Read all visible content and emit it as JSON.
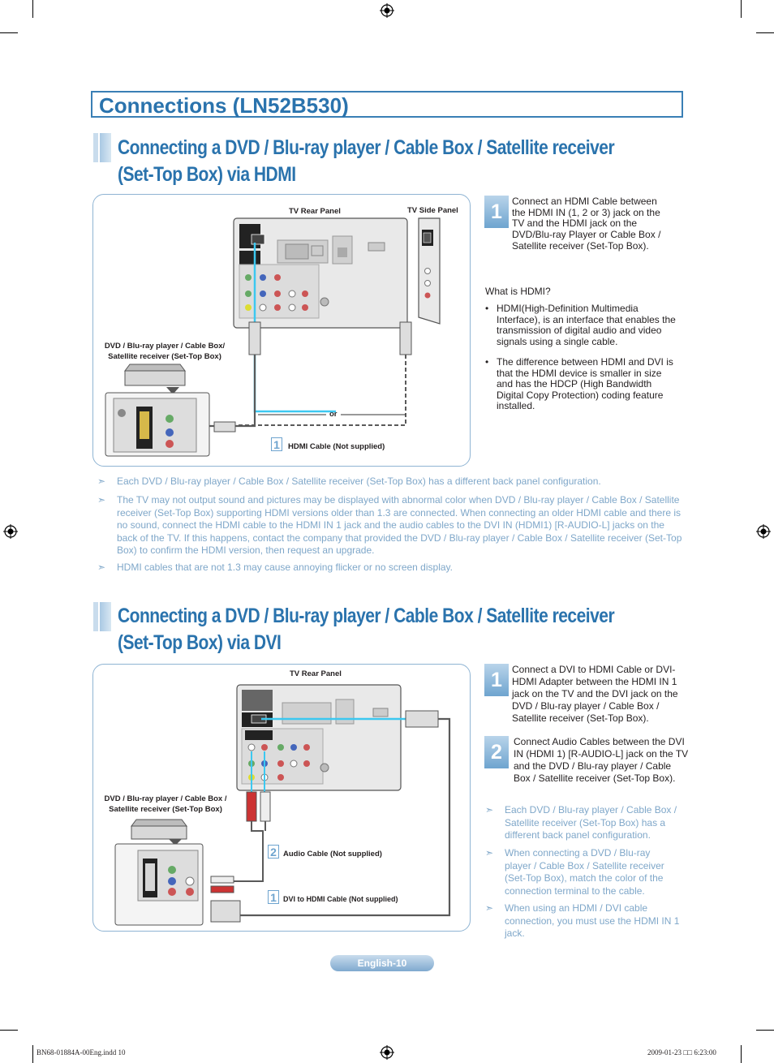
{
  "page_title": "Connections (LN52B530)",
  "section1": {
    "title_line1": "Connecting a DVD / Blu-ray player / Cable Box / Satellite receiver",
    "title_line2": "(Set-Top Box) via HDMI",
    "diagram": {
      "tv_rear_panel_label": "TV Rear Panel",
      "tv_side_panel_label": "TV Side Panel",
      "device_label": "DVD / Blu-ray player / Cable Box/ Satellite receiver (Set-Top Box)",
      "or_label": "or",
      "cable_number": "1",
      "cable_label": "HDMI Cable (Not supplied)"
    },
    "step1": {
      "number": "1",
      "text": "Connect an HDMI Cable between the HDMI IN (1, 2 or 3) jack on the TV and the HDMI jack on the DVD/Blu-ray Player or Cable Box / Satellite receiver (Set-Top Box)."
    },
    "what_is_hdmi": "What is HDMI?",
    "bullets": [
      "HDMI(High-Definition Multimedia Interface), is an interface that enables the transmission of digital audio and video signals using a single cable.",
      "The difference between HDMI and DVI is that the HDMI device is smaller in size and has the HDCP (High Bandwidth Digital Copy Protection) coding feature installed."
    ],
    "bullet_mark": "•",
    "notes": [
      "Each DVD / Blu-ray player / Cable Box / Satellite receiver (Set-Top Box) has a different back panel configuration.",
      "The TV may not output sound and pictures may be displayed with abnormal color when DVD / Blu-ray player / Cable Box / Satellite receiver (Set-Top Box) supporting HDMI versions older than 1.3 are connected. When connecting an older HDMI cable and there is no sound, connect the HDMI cable to the HDMI IN 1 jack and the audio cables to the DVI IN (HDMI1) [R-AUDIO-L] jacks on the back of the TV. If this happens, contact the company that provided the DVD / Blu-ray player / Cable Box / Satellite receiver (Set-Top Box) to confirm the HDMI version, then request an upgrade.",
      "HDMI cables that are not 1.3 may cause annoying flicker or no screen display."
    ]
  },
  "section2": {
    "title_line1": "Connecting a DVD / Blu-ray player / Cable Box / Satellite receiver",
    "title_line2": "(Set-Top Box) via DVI",
    "diagram": {
      "tv_rear_panel_label": "TV Rear Panel",
      "device_label": "DVD / Blu-ray player / Cable Box / Satellite receiver (Set-Top Box)",
      "audio_cable_number": "2",
      "audio_cable_label": "Audio Cable (Not supplied)",
      "dvi_cable_number": "1",
      "dvi_cable_label": "DVI to HDMI Cable (Not supplied)"
    },
    "step1": {
      "number": "1",
      "text": "Connect a DVI to HDMI Cable or DVI-HDMI Adapter between the HDMI IN 1 jack on the TV and the DVI jack on the DVD / Blu-ray player / Cable Box / Satellite receiver (Set-Top Box)."
    },
    "step2": {
      "number": "2",
      "text": "Connect Audio Cables between the DVI IN (HDMI 1) [R-AUDIO-L] jack on the TV and the DVD / Blu-ray player / Cable Box / Satellite receiver (Set-Top Box)."
    },
    "notes": [
      "Each DVD / Blu-ray player / Cable Box / Satellite receiver (Set-Top Box) has a different back panel configuration.",
      "When connecting a DVD / Blu-ray player / Cable Box / Satellite receiver (Set-Top Box), match the color of the connection terminal to the cable.",
      "When using an HDMI / DVI cable connection, you must use the HDMI IN 1 jack."
    ]
  },
  "note_arrow": "➣",
  "footer_page": "English-10",
  "slug": {
    "file": "BN68-01884A-00Eng.indd   10",
    "date": "2009-01-23   □□ 6:23:00"
  },
  "colors": {
    "title_blue": "#2a73ad",
    "note_blue": "#7fa7c9",
    "box_border": "#8fb4d3",
    "cable_gray": "#5a5a5a",
    "cable_cyan": "#3cc8f0"
  }
}
